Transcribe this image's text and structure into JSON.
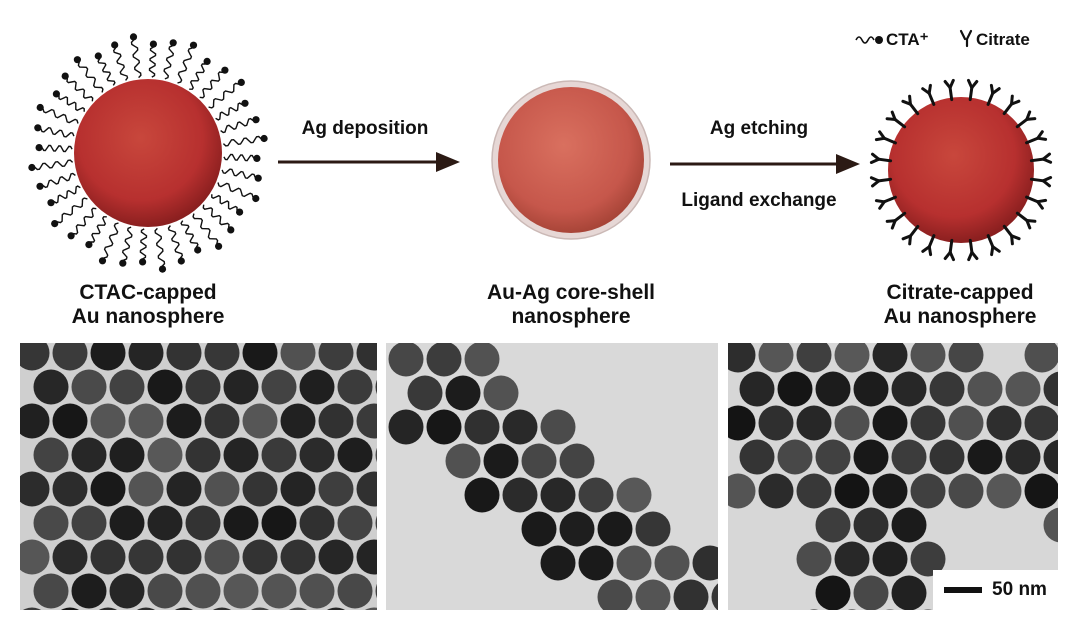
{
  "legend": {
    "cta": "CTA⁺",
    "citrate": "Citrate"
  },
  "arrows": {
    "step1": "Ag deposition",
    "step2_top": "Ag etching",
    "step2_bottom": "Ligand exchange"
  },
  "particles": [
    {
      "line1": "CTAC-capped",
      "line2": "Au nanosphere"
    },
    {
      "line1": "Au-Ag core-shell",
      "line2": "nanosphere"
    },
    {
      "line1": "Citrate-capped",
      "line2": "Au nanosphere"
    }
  ],
  "scale_bar": "50 nm",
  "colors": {
    "au_core": "#b7302f",
    "ag_shell": "#e6d7d5",
    "arrow": "#2b1a14",
    "tem_background": "#d9d9d9",
    "tem_particle": "#222222"
  }
}
